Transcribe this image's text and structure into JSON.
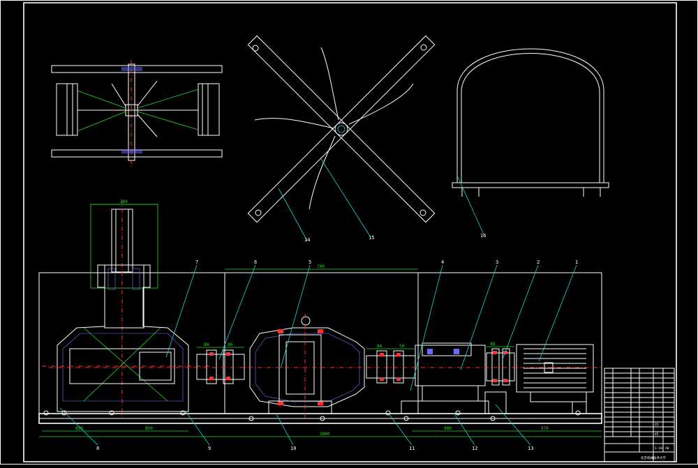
{
  "drawing": {
    "part_numbers": [
      "1",
      "2",
      "3",
      "4",
      "5",
      "6",
      "7",
      "8",
      "9",
      "10",
      "11",
      "12",
      "13",
      "14",
      "15",
      "16"
    ],
    "dimensions": {
      "d_240": "240",
      "d_700": "700",
      "d_80a": "80",
      "d_80b": "80",
      "d_84": "84",
      "d_50": "50",
      "d_48": "48",
      "d_850a": "850",
      "d_850b": "850",
      "d_2800": "2800",
      "d_980": "980",
      "d_970": "970"
    },
    "title_block": {
      "school": "北京机械技术大学",
      "cells": [
        "25",
        "45",
        "1:10",
        "A0"
      ]
    }
  },
  "colors": {
    "background": "#000000",
    "outline": "#ffffff",
    "dimension": "#2bd82b",
    "leader": "#19d6d6",
    "center_line": "#ff3030",
    "hatch": "#7a7aff"
  }
}
